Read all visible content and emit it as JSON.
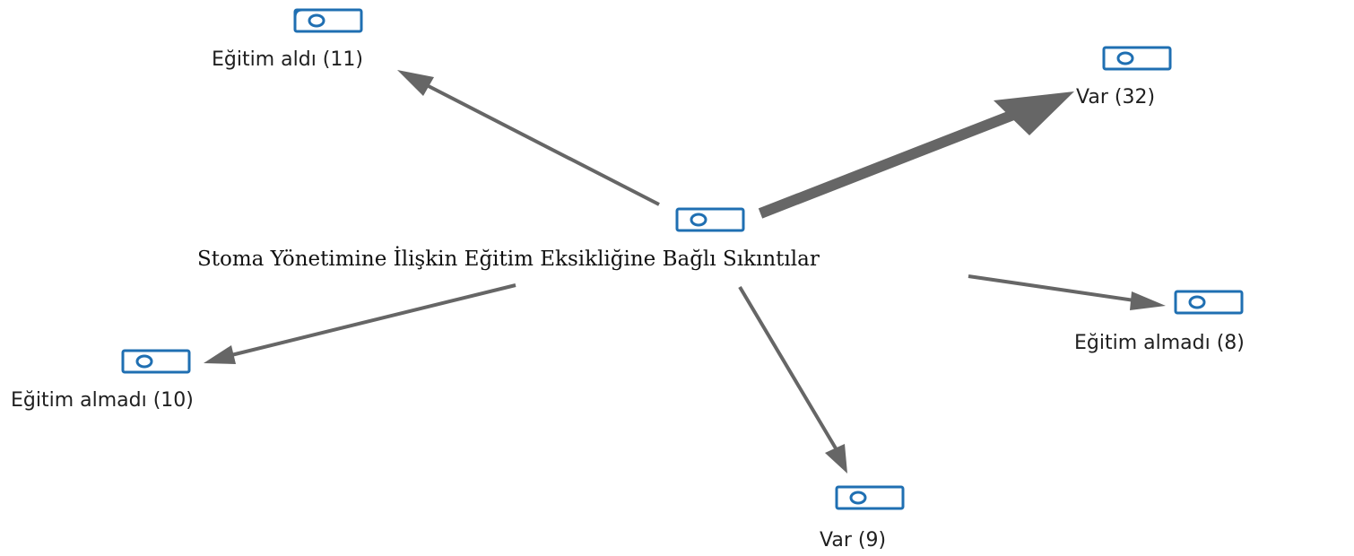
{
  "diagram": {
    "center": {
      "label": "Stoma Yönetimine İlişkin Eğitim Eksikliğine Bağlı Sıkıntılar",
      "icon": "code-node-icon"
    },
    "nodes": [
      {
        "id": "n1",
        "label": "Eğitim aldı (11)",
        "icon": "code-node-icon"
      },
      {
        "id": "n2",
        "label": "Var (32)",
        "icon": "code-node-icon"
      },
      {
        "id": "n3",
        "label": "Eğitim almadı (8)",
        "icon": "code-node-icon"
      },
      {
        "id": "n4",
        "label": "Var (9)",
        "icon": "code-node-icon"
      },
      {
        "id": "n5",
        "label": "Eğitim almadı (10)",
        "icon": "code-node-icon"
      }
    ],
    "edges": [
      {
        "to": "n1",
        "weight": 11
      },
      {
        "to": "n2",
        "weight": 32
      },
      {
        "to": "n3",
        "weight": 8
      },
      {
        "to": "n4",
        "weight": 9
      },
      {
        "to": "n5",
        "weight": 10
      }
    ],
    "colors": {
      "edge": "#666666",
      "icon": "#1f6fb2",
      "text": "#1f1f1f"
    }
  }
}
